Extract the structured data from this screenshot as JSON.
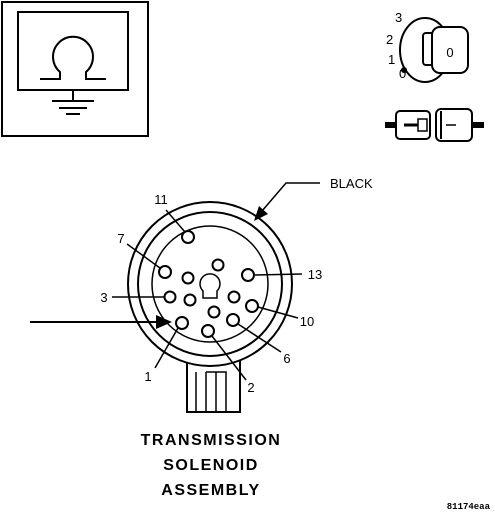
{
  "meter": {
    "symbol": "Ω"
  },
  "ignition": {
    "positions": [
      "3",
      "2",
      "1",
      "0"
    ],
    "key_glyph": "0"
  },
  "connector": {
    "color_label": "BLACK",
    "pin_labels": [
      "11",
      "7",
      "3",
      "1",
      "2",
      "6",
      "10",
      "13"
    ]
  },
  "title_lines": [
    "TRANSMISSION",
    "SOLENOID",
    "ASSEMBLY"
  ],
  "figure_code": "81174eaa",
  "colors": {
    "ink": "#000000",
    "paper": "#ffffff"
  }
}
